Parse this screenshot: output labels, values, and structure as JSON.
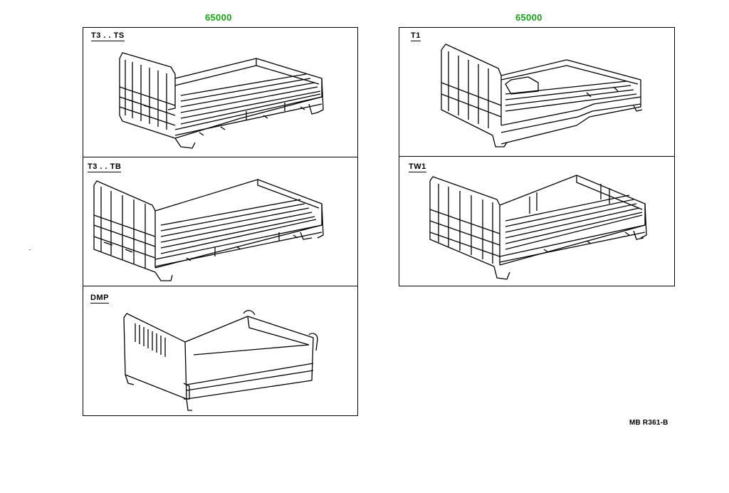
{
  "part_codes": {
    "left": "65000",
    "right": "65000"
  },
  "variants": {
    "t3_ts": "T3 . . TS",
    "t3_tb": "T3 . . TB",
    "dmp": "DMP",
    "t1": "T1",
    "tw1": "TW1"
  },
  "reference_code": "MB R361-B",
  "colors": {
    "part_code": "#1a9c1a",
    "line": "#000000"
  }
}
